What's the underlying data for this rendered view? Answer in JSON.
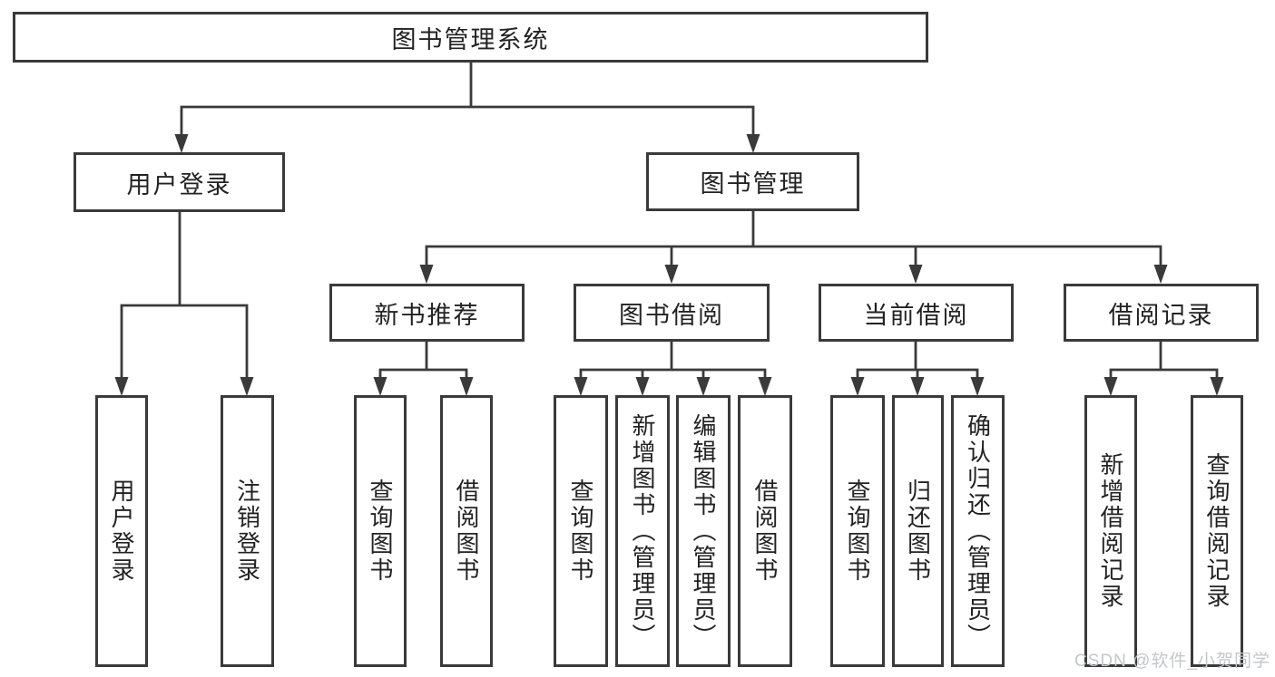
{
  "colors": {
    "line": "#3a3a3a",
    "text": "#222222",
    "watermark": "#c3c7cb",
    "background": "#ffffff"
  },
  "watermark": {
    "text": "CSDN @软件_小贺同学"
  },
  "tree": {
    "root": {
      "label": "图书管理系统"
    },
    "branches": [
      {
        "label": "用户登录",
        "children": [
          {
            "label": "用户登录"
          },
          {
            "label": "注销登录"
          }
        ]
      },
      {
        "label": "图书管理",
        "children": [
          {
            "label": "新书推荐",
            "children": [
              {
                "label": "查询图书"
              },
              {
                "label": "借阅图书"
              }
            ]
          },
          {
            "label": "图书借阅",
            "children": [
              {
                "label": "查询图书"
              },
              {
                "label": "新增图书（管理员）"
              },
              {
                "label": "编辑图书（管理员）"
              },
              {
                "label": "借阅图书"
              }
            ]
          },
          {
            "label": "当前借阅",
            "children": [
              {
                "label": "查询图书"
              },
              {
                "label": "归还图书"
              },
              {
                "label": "确认归还（管理员）"
              }
            ]
          },
          {
            "label": "借阅记录",
            "children": [
              {
                "label": "新增借阅记录"
              },
              {
                "label": "查询借阅记录"
              }
            ]
          }
        ]
      }
    ]
  }
}
